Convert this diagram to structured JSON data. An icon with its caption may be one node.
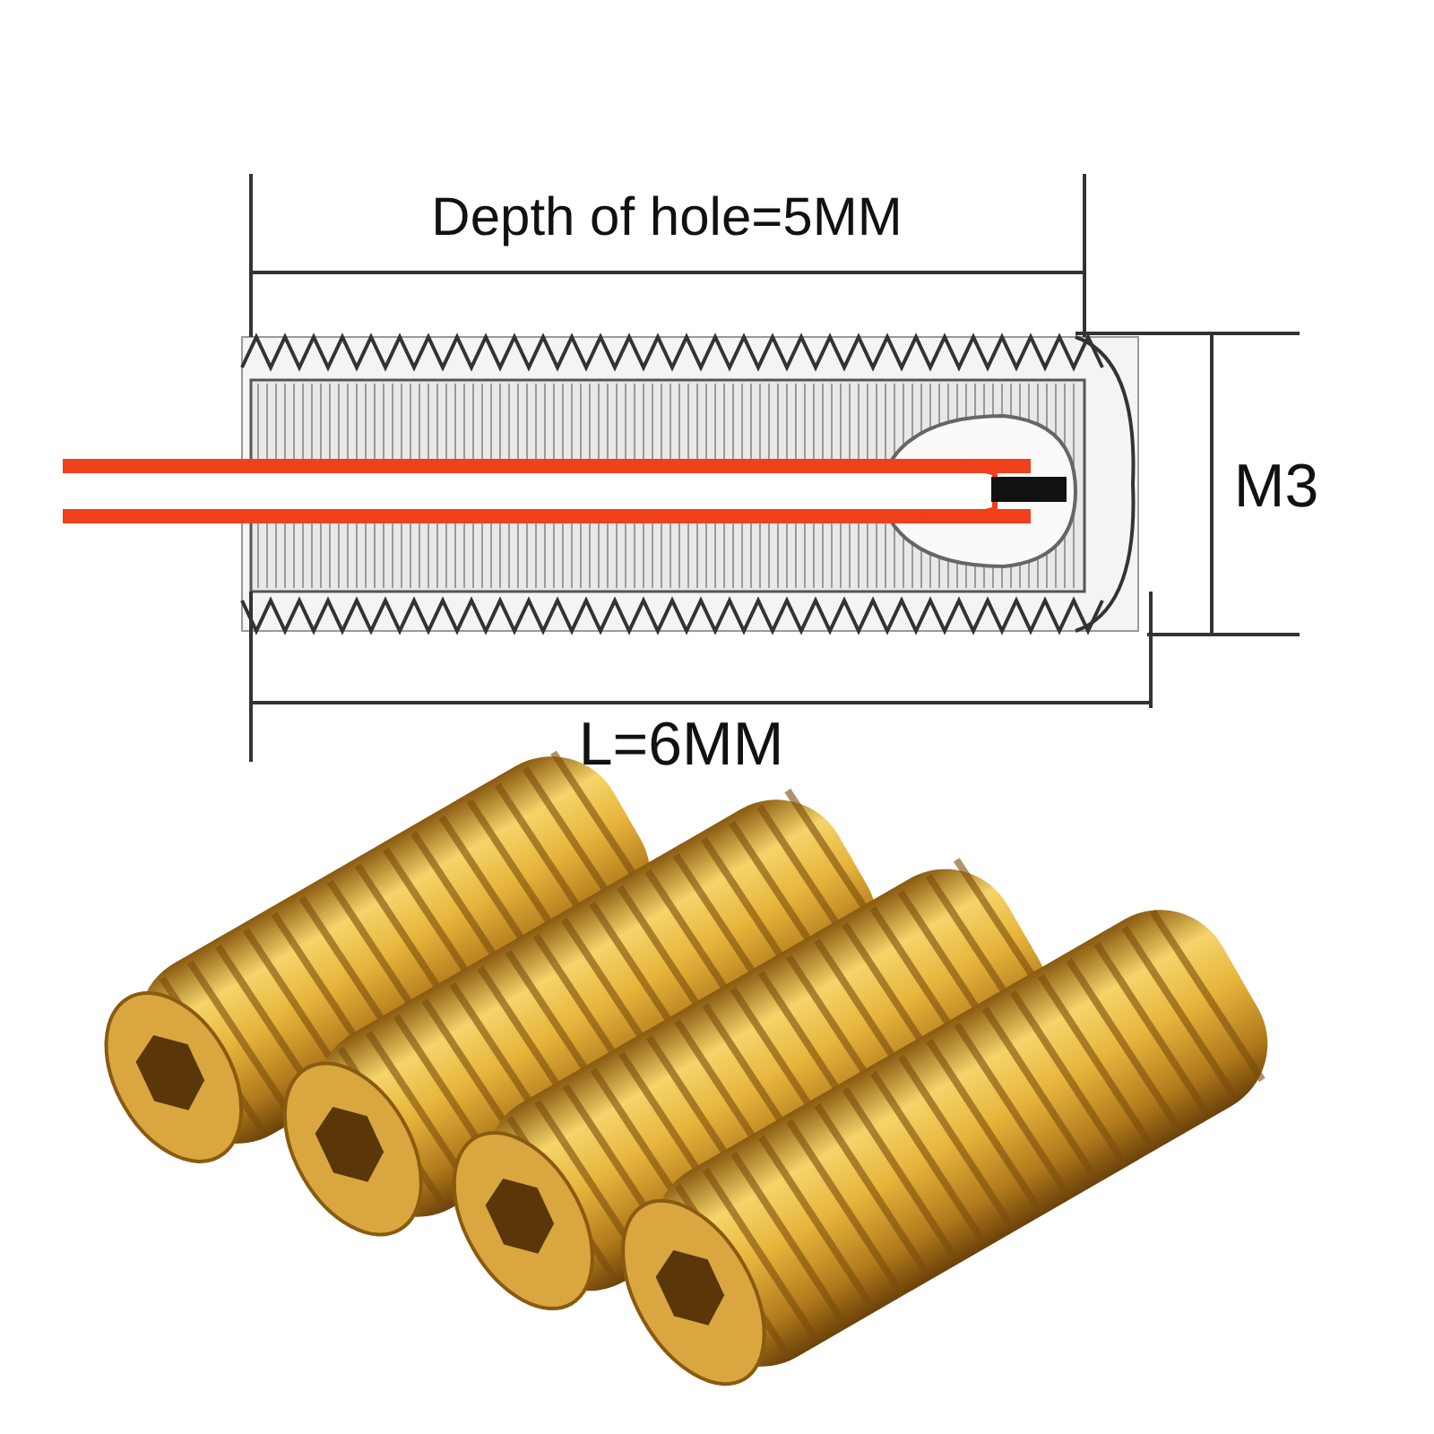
{
  "diagram": {
    "labels": [
      "Depth of hole=5MM",
      "M3",
      "L=6MM"
    ]
  }
}
